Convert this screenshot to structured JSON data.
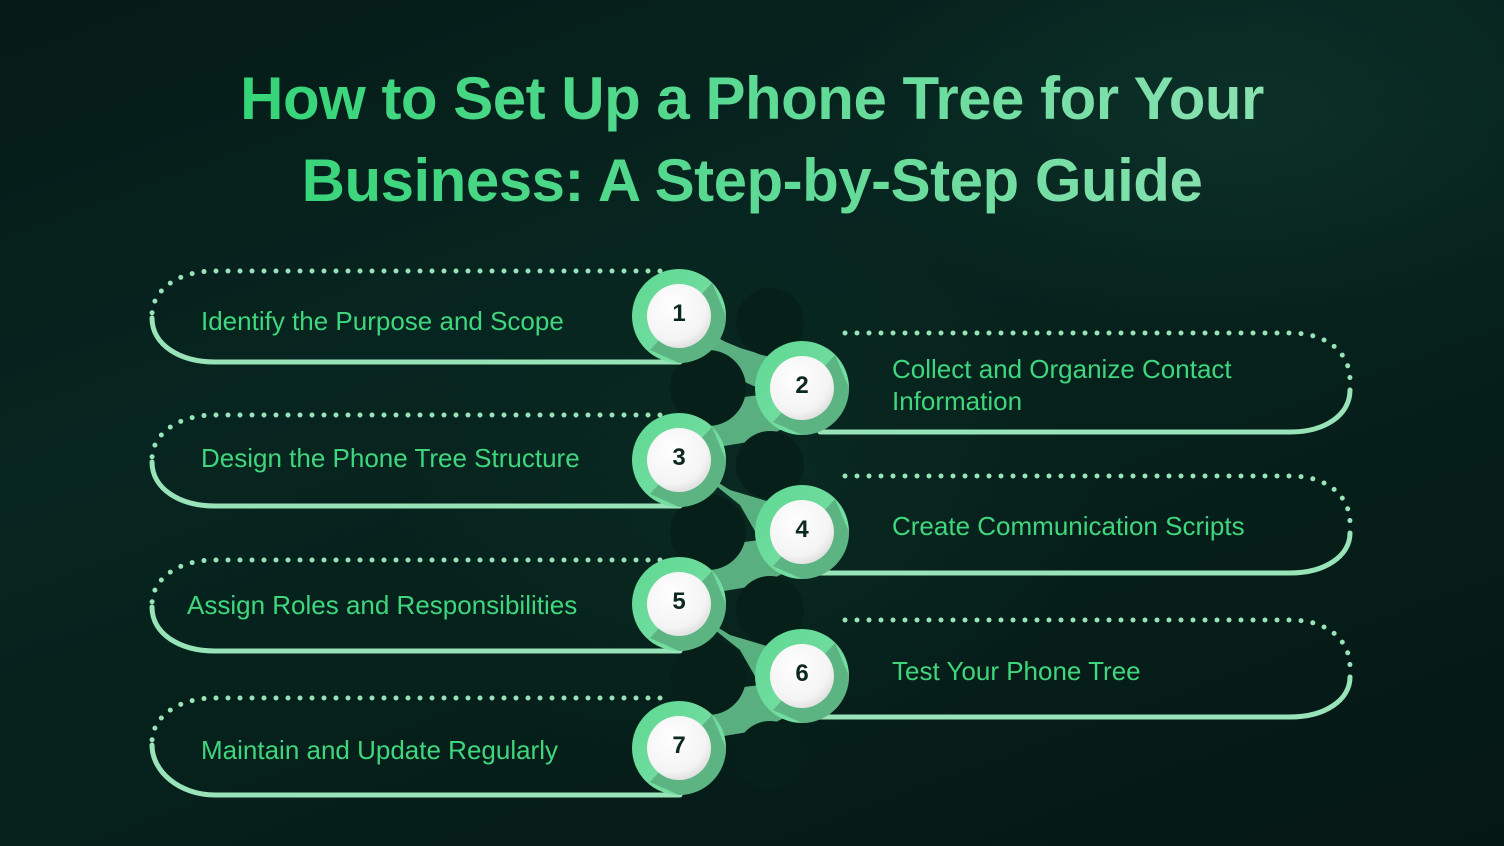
{
  "title": {
    "line1": "How to Set Up a Phone Tree for Your",
    "line2": "Business: A Step-by-Step Guide"
  },
  "colors": {
    "background": "#061f1a",
    "title_gradient_start": "#22d36a",
    "title_gradient_end": "#9fe6bf",
    "label_text": "#3fd67e",
    "node_ring": "#5ed892",
    "node_shadow": "#5aaf80",
    "card_outline": "#98e4b8",
    "number_text": "#0b2a1c"
  },
  "steps": [
    {
      "number": "1",
      "label": "Identify the Purpose and Scope",
      "side": "left"
    },
    {
      "number": "2",
      "label_line1": "Collect and Organize Contact",
      "label_line2": "Information",
      "side": "right"
    },
    {
      "number": "3",
      "label": "Design the Phone Tree Structure",
      "side": "left"
    },
    {
      "number": "4",
      "label": "Create Communication Scripts",
      "side": "right"
    },
    {
      "number": "5",
      "label": "Assign Roles and Responsibilities",
      "side": "left"
    },
    {
      "number": "6",
      "label": "Test Your Phone Tree",
      "side": "right"
    },
    {
      "number": "7",
      "label": "Maintain and Update Regularly",
      "side": "left"
    }
  ]
}
